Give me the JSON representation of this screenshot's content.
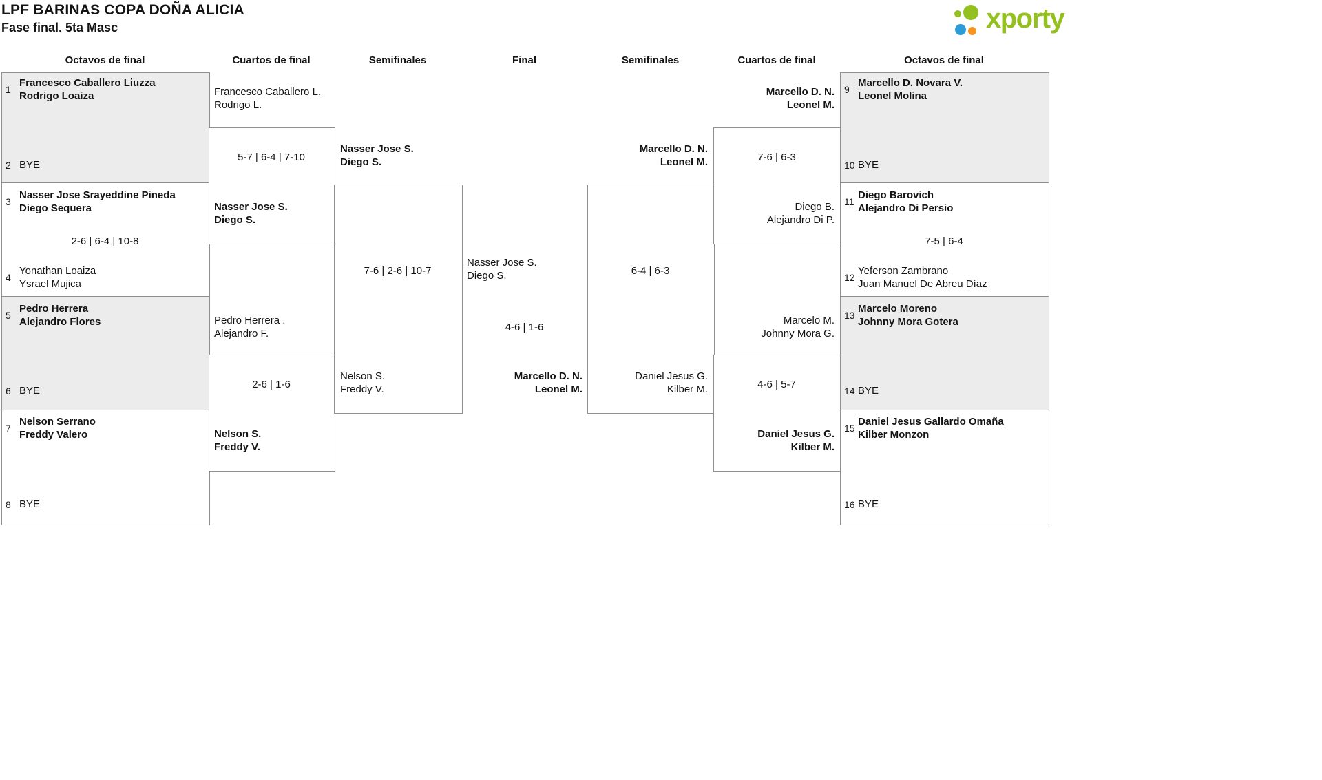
{
  "header": {
    "title": "LPF BARINAS COPA DOÑA ALICIA",
    "subtitle": "Fase final. 5ta Masc",
    "logo_text": "xporty"
  },
  "rounds": {
    "left_octavos": "Octavos de final",
    "left_cuartos": "Cuartos de final",
    "left_semis": "Semifinales",
    "final": "Final",
    "right_semis": "Semifinales",
    "right_cuartos": "Cuartos de final",
    "right_octavos": "Octavos de final"
  },
  "colors": {
    "logo_green": "#94c120",
    "logo_blue": "#2b9cd8",
    "logo_orange": "#f7941e",
    "box_shade": "#ececec",
    "box_border": "#8f8f8f"
  },
  "bracket": {
    "lo": [
      {
        "s1": "1",
        "t1": [
          "Francesco Caballero Liuzza",
          "Rodrigo Loaiza"
        ],
        "s2": "2",
        "t2": [
          "BYE"
        ],
        "score": ""
      },
      {
        "s1": "3",
        "t1": [
          "Nasser Jose Srayeddine Pineda",
          "Diego Sequera"
        ],
        "score": "2-6 | 6-4 | 10-8",
        "s2": "4",
        "t2": [
          "Yonathan Loaiza",
          "Ysrael Mujica"
        ]
      },
      {
        "s1": "5",
        "t1": [
          "Pedro Herrera",
          "Alejandro Flores"
        ],
        "s2": "6",
        "t2": [
          "BYE"
        ],
        "score": ""
      },
      {
        "s1": "7",
        "t1": [
          "Nelson Serrano",
          "Freddy Valero"
        ],
        "s2": "8",
        "t2": [
          "BYE"
        ],
        "score": ""
      }
    ],
    "lq": [
      {
        "t1": [
          "Francesco Caballero L.",
          "Rodrigo L."
        ],
        "score": "5-7 | 6-4 | 7-10",
        "t2": [
          "Nasser Jose S.",
          "Diego S."
        ]
      },
      {
        "t1": [
          "Pedro Herrera .",
          "Alejandro F."
        ],
        "score": "2-6 | 1-6",
        "t2": [
          "Nelson S.",
          "Freddy V."
        ]
      }
    ],
    "ls": {
      "t1": [
        "Nasser Jose S.",
        "Diego S."
      ],
      "score": "7-6 | 2-6 | 10-7",
      "t2": [
        "Nelson S.",
        "Freddy V."
      ]
    },
    "fin": {
      "t1": [
        "Nasser Jose S.",
        "Diego S."
      ],
      "score": "4-6 | 1-6",
      "t2": [
        "Marcello D. N.",
        "Leonel M."
      ]
    },
    "rs": {
      "t1": [
        "Marcello D. N.",
        "Leonel M."
      ],
      "score": "6-4 | 6-3",
      "t2": [
        "Daniel Jesus G.",
        "Kilber M."
      ]
    },
    "rq": [
      {
        "t1": [
          "Marcello D. N.",
          "Leonel M."
        ],
        "score": "7-6 | 6-3",
        "t2": [
          "Diego B.",
          "Alejandro Di P."
        ]
      },
      {
        "t1": [
          "Marcelo M.",
          "Johnny Mora G."
        ],
        "score": "4-6 | 5-7",
        "t2": [
          "Daniel Jesus G.",
          "Kilber M."
        ]
      }
    ],
    "ro": [
      {
        "s1": "9",
        "t1": [
          "Marcello D. Novara V.",
          "Leonel Molina"
        ],
        "s2": "10",
        "t2": [
          "BYE"
        ],
        "score": ""
      },
      {
        "s1": "11",
        "t1": [
          "Diego Barovich",
          "Alejandro Di Persio"
        ],
        "score": "7-5 | 6-4",
        "s2": "12",
        "t2": [
          "Yeferson Zambrano",
          "Juan Manuel De Abreu Díaz"
        ]
      },
      {
        "s1": "13",
        "t1": [
          "Marcelo Moreno",
          "Johnny Mora Gotera"
        ],
        "s2": "14",
        "t2": [
          "BYE"
        ],
        "score": ""
      },
      {
        "s1": "15",
        "t1": [
          "Daniel Jesus Gallardo Omaña",
          "Kilber Monzon"
        ],
        "s2": "16",
        "t2": [
          "BYE"
        ],
        "score": ""
      }
    ]
  }
}
